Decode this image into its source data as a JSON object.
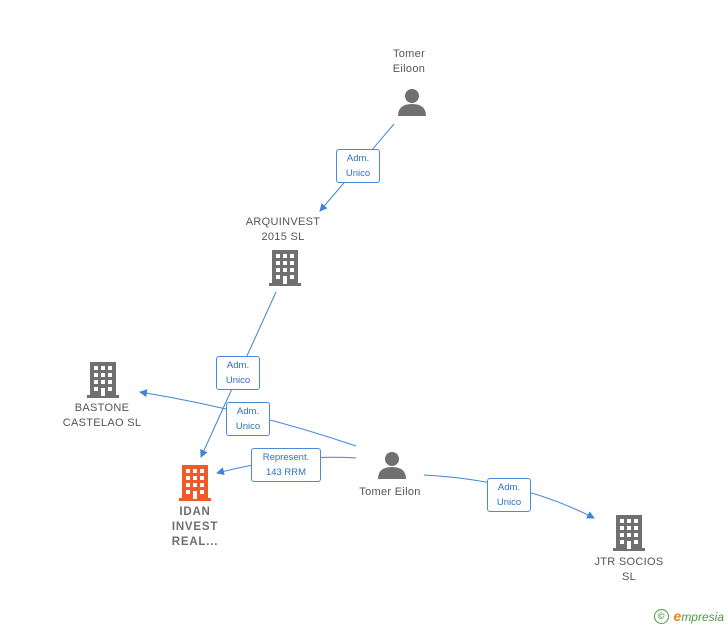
{
  "nodes": {
    "tomer_eiloon": {
      "line1": "Tomer",
      "line2": "Eiloon",
      "icon": "person-icon"
    },
    "arquinvest": {
      "line1": "ARQUINVEST",
      "line2": "2015  SL",
      "icon": "building-icon"
    },
    "bastone": {
      "line1": "BASTONE",
      "line2": "CASTELAO  SL",
      "icon": "building-icon"
    },
    "idan": {
      "line1": "IDAN",
      "line2": "INVEST",
      "line3": "REAL...",
      "icon": "building-icon",
      "color": "#f05a28"
    },
    "tomer_eilon": {
      "line1": "Tomer Eilon",
      "icon": "person-icon"
    },
    "jtr": {
      "line1": "JTR SOCIOS",
      "line2": "SL",
      "icon": "building-icon"
    }
  },
  "edges": {
    "e1": {
      "line1": "Adm.",
      "line2": "Unico"
    },
    "e2": {
      "line1": "Adm.",
      "line2": "Unico"
    },
    "e3": {
      "line1": "Adm.",
      "line2": "Unico"
    },
    "e4": {
      "line1": "Represent.",
      "line2": "143 RRM"
    },
    "e5": {
      "line1": "Adm.",
      "line2": "Unico"
    }
  },
  "colors": {
    "edge": "#3f84d6",
    "node_gray": "#707070",
    "focus": "#f05a28"
  },
  "brand": {
    "symbol": "©",
    "initial": "e",
    "rest": "mpresia"
  }
}
